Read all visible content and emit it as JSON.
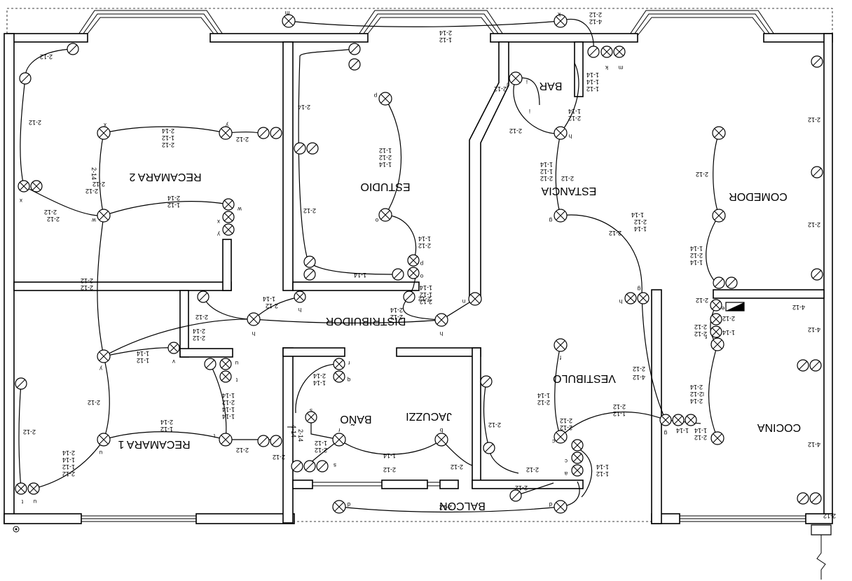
{
  "rooms": {
    "recamara2": "RECAMARA 2",
    "estudio": "ESTUDIO",
    "bar": "BAR",
    "estancia": "ESTANCIA",
    "comedor": "COMEDOR",
    "distribuidor": "DISTRIBUIDOR",
    "vestibulo": "VESTIBULO",
    "recamara1": "RECAMARA 1",
    "bano": "BAÑO",
    "jacuzzi": "JACUZZI",
    "cocina": "COCINA",
    "balcon": "BALCON"
  },
  "circuits": {
    "c01": "2-12",
    "c02": "2-12",
    "c03": "2-14",
    "c04": "1-12",
    "c05": "2-12",
    "c06": "2-12",
    "c07": "2-14",
    "c08": "2-12",
    "c09": "2-12",
    "c10": "2-12",
    "c11": "2-12",
    "c12": "2-14",
    "c13": "1-12",
    "c14": "2-12",
    "c15": "2-12",
    "c16": "2-12",
    "c17": "1-14",
    "c18": "1-12",
    "c19": "2-14",
    "c20": "1-14",
    "c21": "2-12",
    "c22": "2-12",
    "c23": "2-14",
    "c24": "1-12",
    "c25": "2-12",
    "c26": "2-14",
    "c27": "1-14",
    "c28": "1-12",
    "c29": "2-12",
    "c30": "2-12",
    "c31": "1-14",
    "c32": "2-12",
    "c33": "1-14",
    "c34": "1-14",
    "c35": "2-12",
    "c36": "2-14",
    "c37": "1-12",
    "c38": "2-12",
    "c39": "1-14",
    "c40": "2-12",
    "c41": "1-14",
    "c42": "2-12",
    "c43": "1-14",
    "c44": "1-14",
    "c45": "1-12",
    "c46": "2-12",
    "c47": "2-14",
    "c48": "2-12",
    "c49": "2-12",
    "c50": "2-14",
    "c51": "1-12",
    "c52": "2-12",
    "c53": "4-12",
    "c54": "2-12",
    "c55": "2-12",
    "c56": "1-14",
    "c57": "1-14",
    "c58": "1-12",
    "c59": "1-14",
    "c60": "2-12",
    "c61": "1-14",
    "c62": "1-12",
    "c63": "2-12",
    "c64": "2-12",
    "c65": "2-12",
    "c66": "2-12",
    "c67": "4-12",
    "c68": "2-12",
    "c69": "2-12",
    "c70": "2-12",
    "c71": "4-12",
    "c72": "4-12",
    "c73": "2-12",
    "c74": "1-14",
    "c75": "1-14",
    "c76": "4-12",
    "c77": "2-12",
    "c78": "2-12",
    "c79": "1-14",
    "c80": "2-12",
    "c81": "1-14",
    "c82": "2-12",
    "c83": "1-14",
    "c84": "2-12",
    "c85": "2-12",
    "c86": "2-14",
    "c87": "2-12",
    "c88": "2-14",
    "c89": "1-14",
    "c90": "2-12",
    "c91": "1-14",
    "c92": "1-14",
    "c93": "2-12",
    "c94": "2-12",
    "c95": "1-12",
    "c96": "2-12",
    "c97": "2-12",
    "c98": "2-12",
    "c99": "1-14",
    "c100": "1-12",
    "c101": "2-12",
    "c102": "1-14",
    "c103": "2-12",
    "c104": "2-12",
    "c105": "2-14",
    "c106": "1-14",
    "c107": "1-12",
    "c108": "2-12",
    "c109": "2-12",
    "c110": "2-14",
    "c111": "4-14",
    "c112": "2-12",
    "c113": "2-12"
  },
  "tags": {
    "a": "a",
    "b": "b",
    "c": "c",
    "d": "d",
    "e": "e",
    "f": "f",
    "g": "g",
    "h": "h",
    "i": "i",
    "j": "j",
    "k": "k",
    "l": "l",
    "m": "m",
    "n": "n",
    "o": "o",
    "p": "p",
    "q": "q",
    "r": "r",
    "s": "s",
    "t": "t",
    "u": "u",
    "v": "v",
    "w": "w",
    "x": "x",
    "y": "y"
  }
}
